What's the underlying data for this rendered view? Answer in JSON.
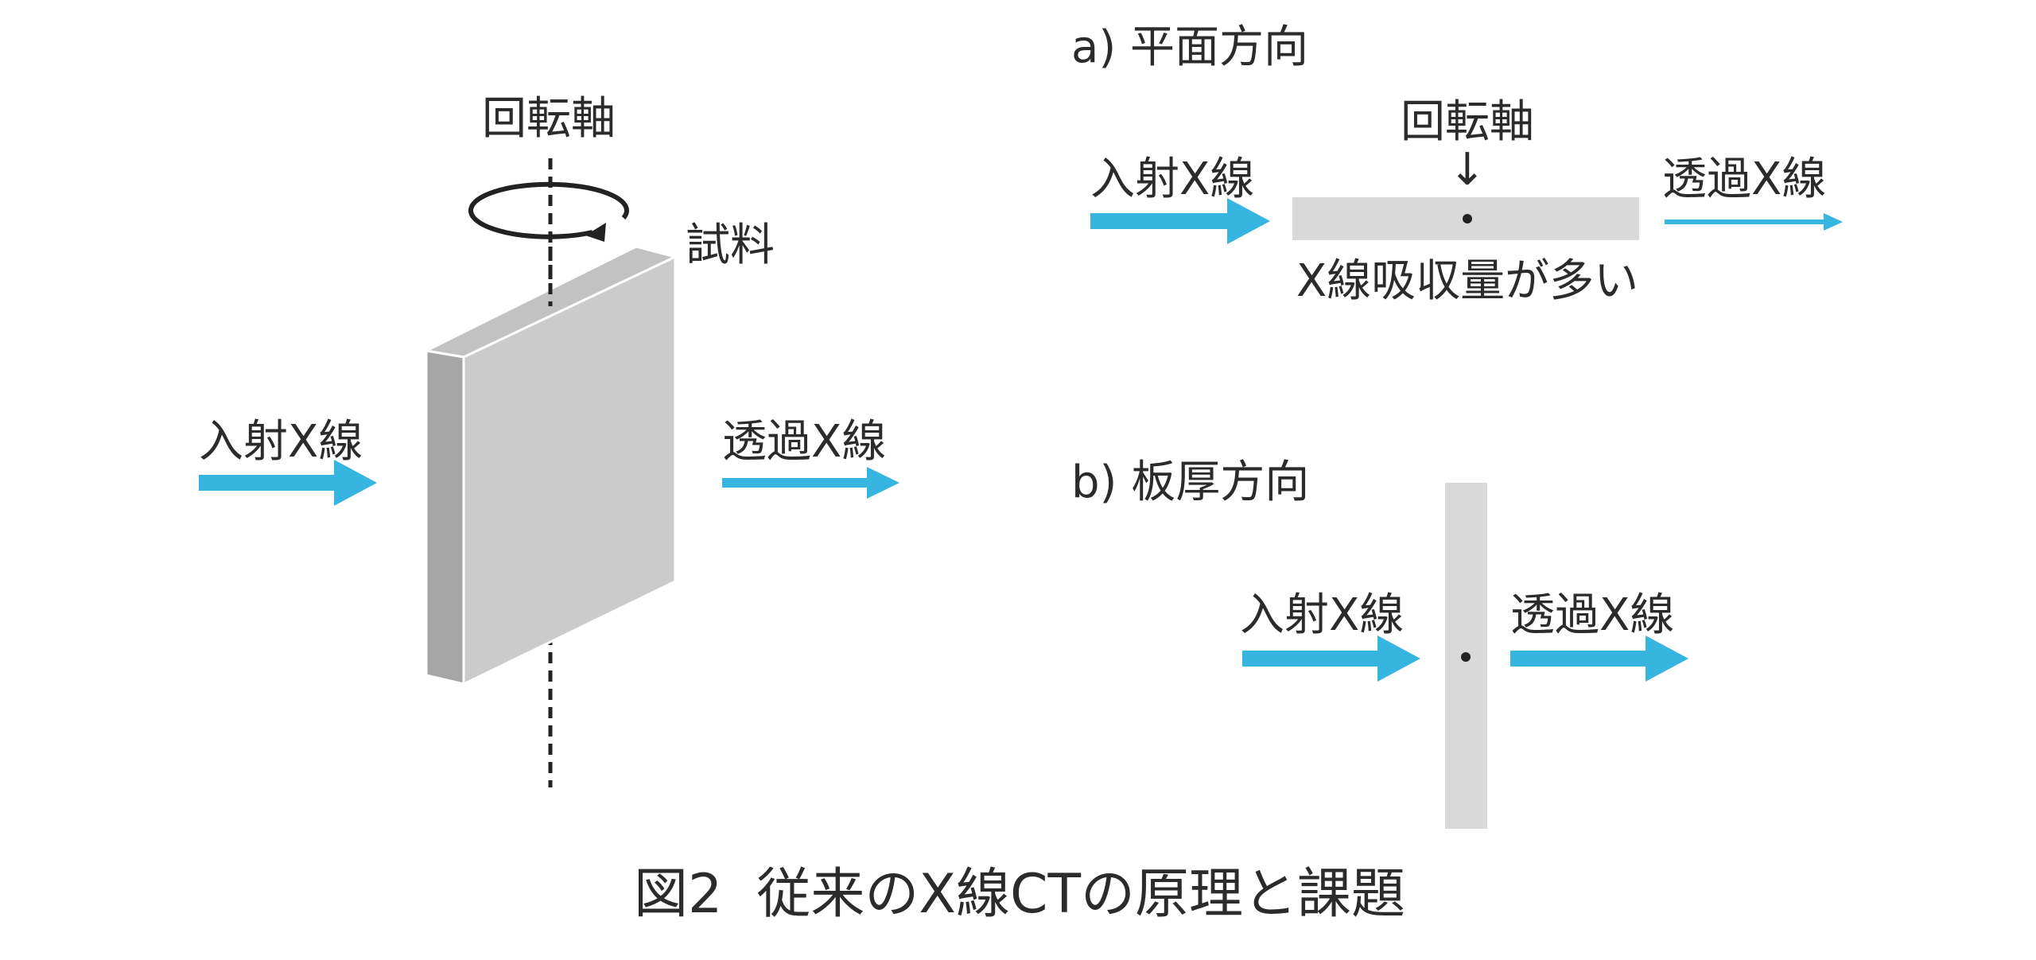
{
  "left": {
    "axis_label": "回転軸",
    "sample_label": "試料",
    "incident_label": "入射X線",
    "transmitted_label": "透過X線"
  },
  "panel_a": {
    "title": "a) 平面方向",
    "axis_label": "回転軸",
    "axis_arrow": "↓",
    "incident_label": "入射X線",
    "transmitted_label": "透過X線",
    "note": "X線吸収量が多い"
  },
  "panel_b": {
    "title": "b) 板厚方向",
    "incident_label": "入射X線",
    "transmitted_label": "透過X線"
  },
  "caption": "図2  従来のX線CTの原理と課題",
  "colors": {
    "arrow": "#35b5e0",
    "sample": "#d9d9d9",
    "text": "#2b2b2b"
  }
}
